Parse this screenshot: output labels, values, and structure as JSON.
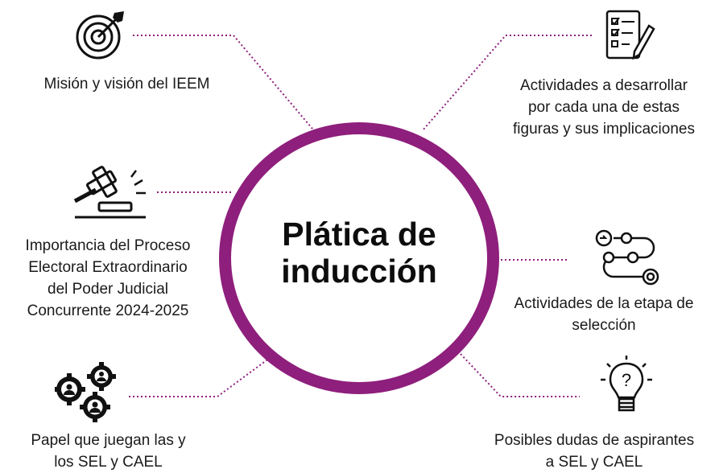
{
  "center": {
    "title": "Plática de\ninducción"
  },
  "topics": {
    "mision": {
      "label": "Misión y visión del IEEM",
      "icon": "target-icon"
    },
    "actividades_figuras": {
      "label": "Actividades a desarrollar\npor cada una de estas\nfiguras y sus implicaciones",
      "icon": "checklist-icon"
    },
    "importancia": {
      "label": "Importancia del Proceso\nElectoral Extraordinario\ndel Poder Judicial\nConcurrente 2024-2025",
      "icon": "gavel-icon"
    },
    "etapa_seleccion": {
      "label": "Actividades de la etapa de\nselección",
      "icon": "process-path-icon"
    },
    "papel": {
      "label": "Papel que juegan las y\nlos SEL y CAEL",
      "icon": "people-gears-icon"
    },
    "dudas": {
      "label": "Posibles dudas de aspirantes\na SEL y CAEL",
      "icon": "question-bulb-icon"
    }
  },
  "colors": {
    "accent": "#8e1f7c",
    "connector": "#8e1f7c",
    "text": "#1a1a1a"
  }
}
